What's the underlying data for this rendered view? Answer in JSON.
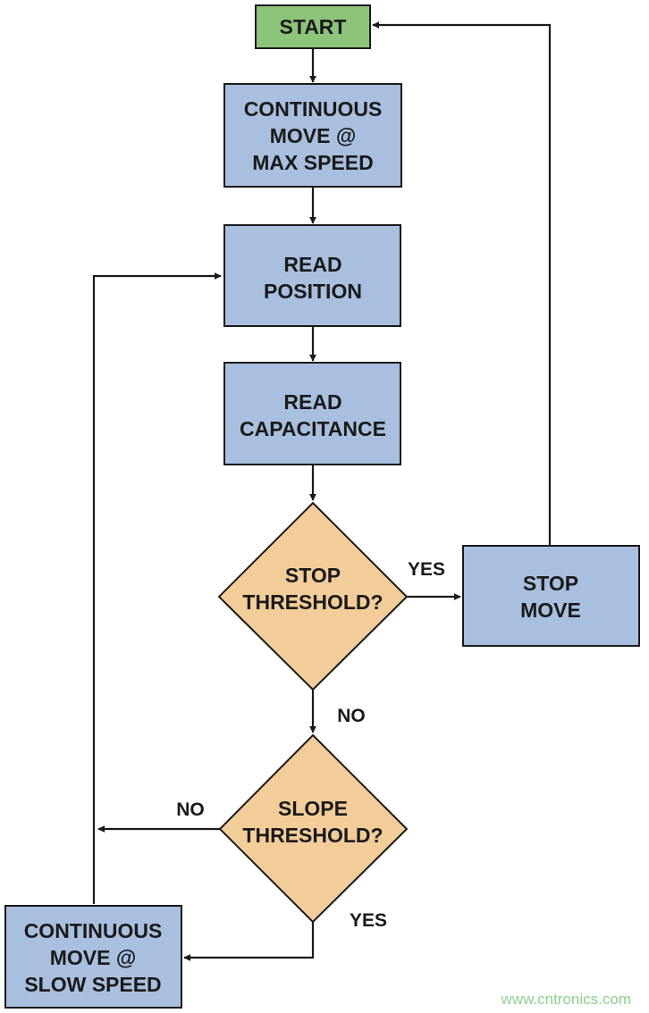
{
  "nodes": {
    "start": {
      "lines": [
        "START"
      ]
    },
    "move_max": {
      "lines": [
        "CONTINUOUS",
        "MOVE @",
        "MAX SPEED"
      ]
    },
    "read_position": {
      "lines": [
        "READ",
        "POSITION"
      ]
    },
    "read_capacitance": {
      "lines": [
        "READ",
        "CAPACITANCE"
      ]
    },
    "stop_threshold": {
      "lines": [
        "STOP",
        "THRESHOLD?"
      ]
    },
    "stop_move": {
      "lines": [
        "STOP",
        "MOVE"
      ]
    },
    "slope_threshold": {
      "lines": [
        "SLOPE",
        "THRESHOLD?"
      ]
    },
    "move_slow": {
      "lines": [
        "CONTINUOUS",
        "MOVE @",
        "SLOW SPEED"
      ]
    }
  },
  "edge_labels": {
    "stop_yes": "YES",
    "stop_no": "NO",
    "slope_no": "NO",
    "slope_yes": "YES"
  },
  "watermark": "www.cntronics.com",
  "colors": {
    "process_fill": "#a9bfdf",
    "start_fill": "#8cc47a",
    "decision_fill": "#f3cd99",
    "stroke": "#1a1a1a"
  }
}
